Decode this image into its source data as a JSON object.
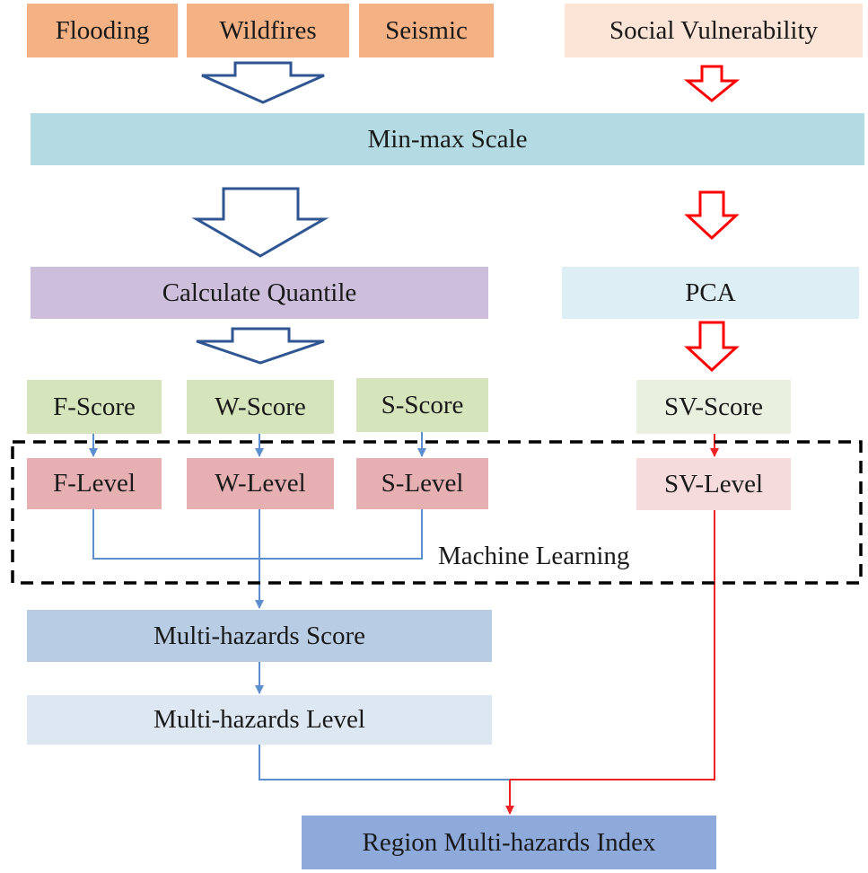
{
  "hazards": {
    "flooding": "Flooding",
    "wildfires": "Wildfires",
    "seismic": "Seismic"
  },
  "social_vulnerability": "Social Vulnerability",
  "minmax_scale": "Min-max Scale",
  "calculate_quantile": "Calculate Quantile",
  "pca": "PCA",
  "scores": {
    "f": "F-Score",
    "w": "W-Score",
    "s": "S-Score",
    "sv": "SV-Score"
  },
  "levels": {
    "f": "F-Level",
    "w": "W-Level",
    "s": "S-Level",
    "sv": "SV-Level"
  },
  "machine_learning": "Machine Learning",
  "multi_hazards_score": "Multi-hazards Score",
  "multi_hazards_level": "Multi-hazards Level",
  "region_index": "Region Multi-hazards Index",
  "colors": {
    "hazard_fill": "#f4b183",
    "sv_fill": "#fce4d6",
    "minmax_fill": "#b4dbe3",
    "quantile_fill": "#cdbfdc",
    "pca_fill": "#ddeef5",
    "score_fill": "#d6e4bc",
    "sv_score_fill": "#eaf0df",
    "level_fill": "#e6b0b3",
    "sv_level_fill": "#f5dbdc",
    "mh_score_fill": "#b8cce4",
    "mh_level_fill": "#dde7f2",
    "region_fill": "#8eaadb",
    "blue_arrow": "#2f5592",
    "red_arrow": "#ff0000",
    "blue_line": "#5b8fd0",
    "red_line": "#ee2222"
  }
}
